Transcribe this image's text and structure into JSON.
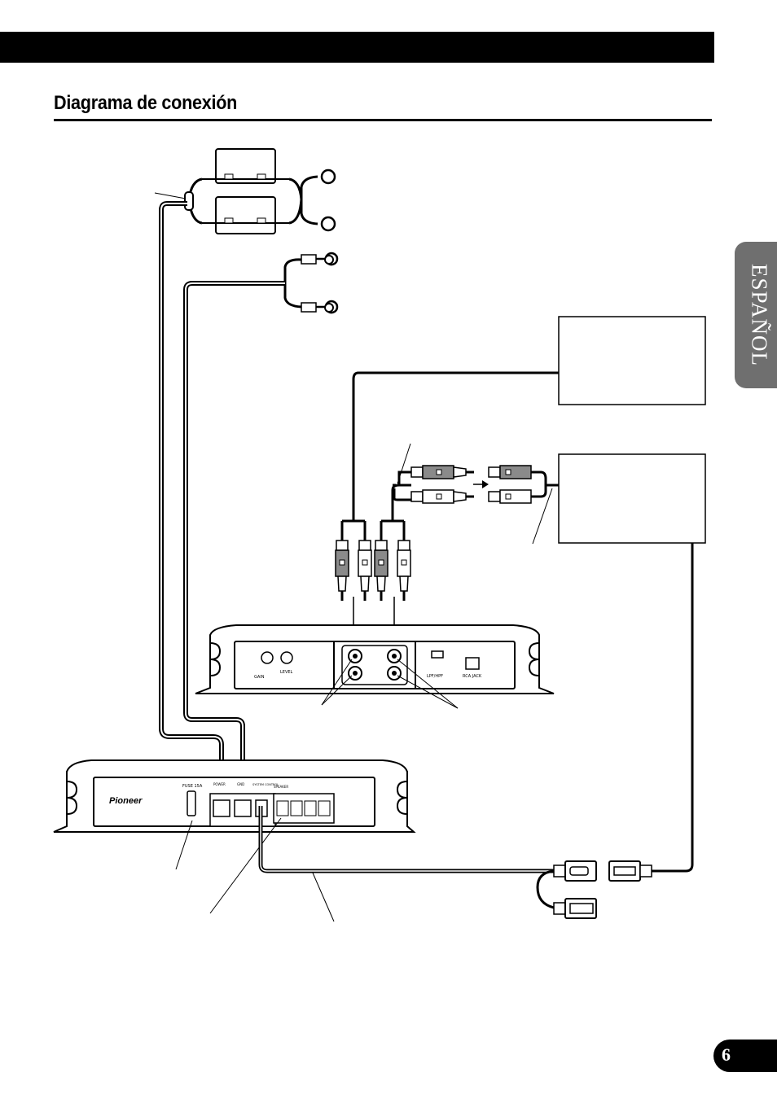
{
  "header": {
    "section_title": "Diagrama de conexión"
  },
  "side_tab": {
    "language": "ESPAÑOL"
  },
  "page": {
    "number": "6"
  },
  "amplifier_front": {
    "brand": "Pioneer",
    "fuse_label": "FUSE 15A",
    "power_label": "POWER",
    "ground_label": "GND",
    "system_control_label": "SYSTEM CONTROL",
    "speaker_label": "SPEAKER"
  },
  "amplifier_rear": {
    "gain_label": "GAIN",
    "level_label": "LEVEL",
    "lpf_hpf_label": "LPF/HPF",
    "rca_jack_label": "RCA JACK"
  },
  "colors": {
    "ink": "#000000",
    "tab_gray": "#6f6f6f",
    "plug_gray": "#8a8a8a"
  }
}
